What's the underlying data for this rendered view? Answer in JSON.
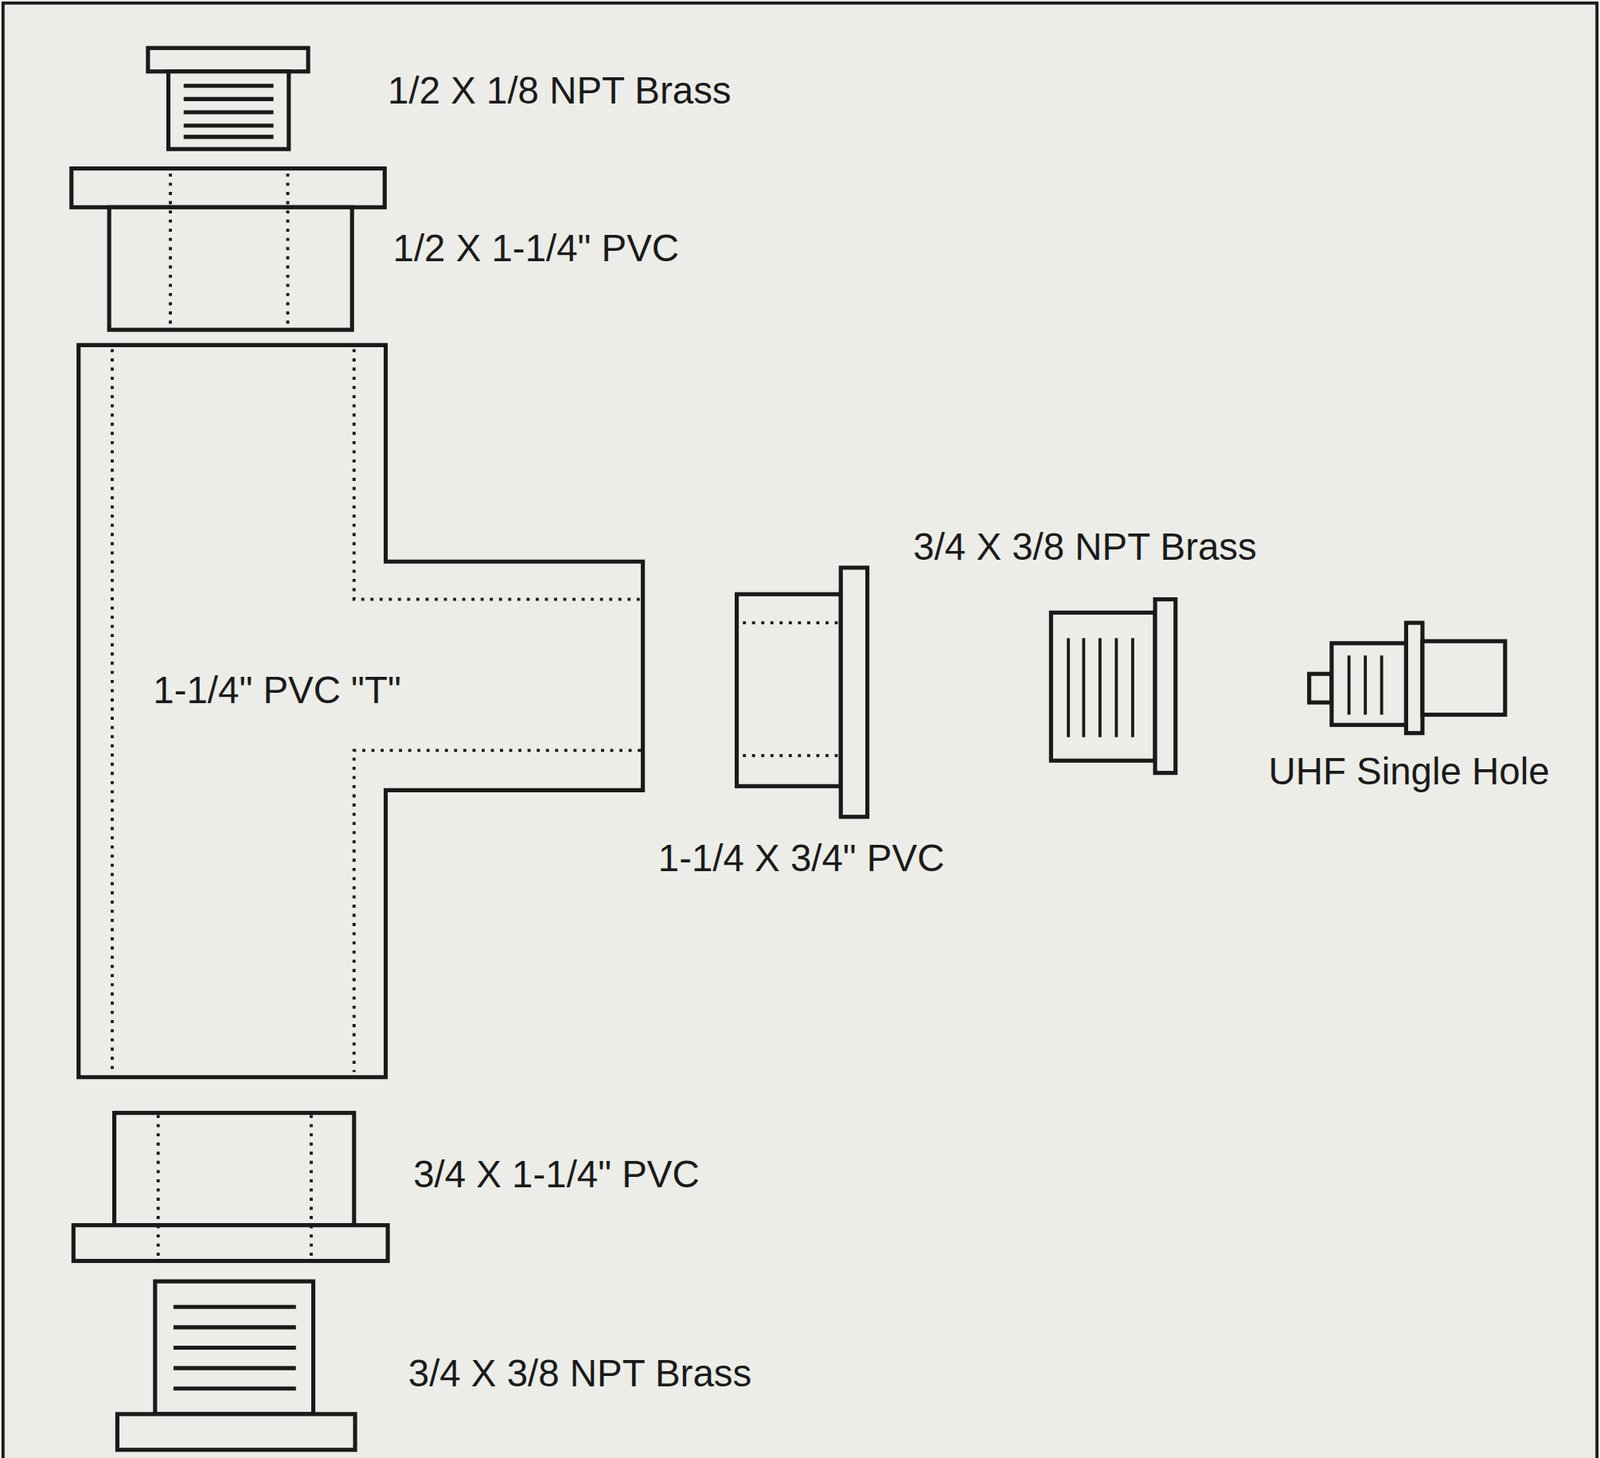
{
  "diagram": {
    "labels": [
      "1/2 X 1/8 NPT Brass",
      "1/2 X 1-1/4\" PVC",
      "3/4 X 3/8 NPT Brass",
      "1-1/4\" PVC \"T\"",
      "UHF Single Hole",
      "1-1/4 X 3/4\" PVC",
      "3/4 X 1-1/4\" PVC",
      "3/4 X 3/8 NPT Brass"
    ]
  }
}
